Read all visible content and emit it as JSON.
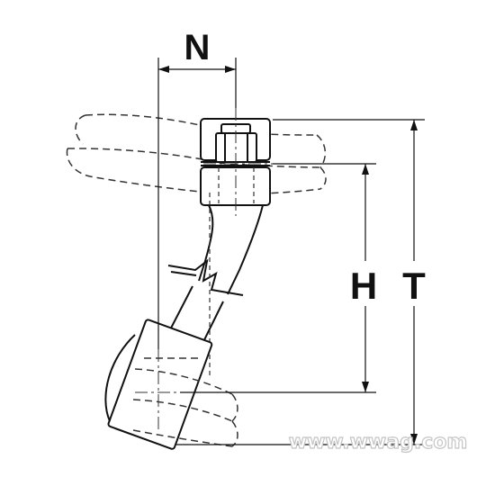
{
  "labels": {
    "width": "N",
    "height_short": "H",
    "height_total": "T"
  },
  "watermark": {
    "text": "www.wwag.com"
  },
  "colors": {
    "line": "#111111",
    "hidden_line": "#333333",
    "watermark_outline": "#c4c4c4"
  }
}
